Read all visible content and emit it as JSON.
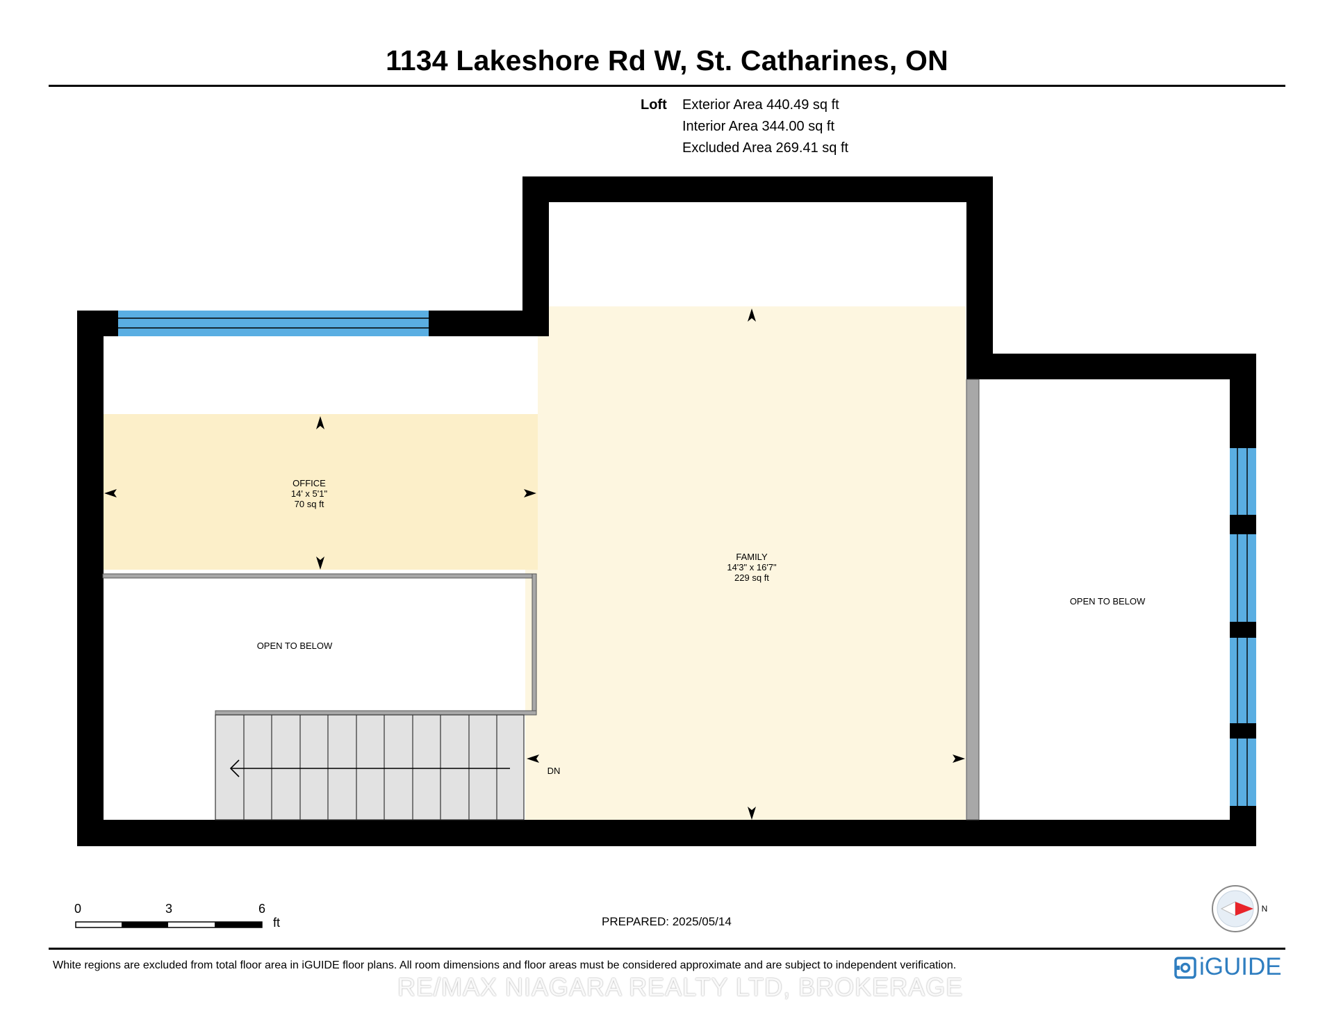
{
  "title": "1134 Lakeshore Rd W, St. Catharines, ON",
  "summary": {
    "level": "Loft",
    "exterior": "Exterior Area 440.49 sq ft",
    "interior": "Interior Area 344.00 sq ft",
    "excluded": "Excluded Area 269.41 sq ft"
  },
  "rooms": {
    "office": {
      "name": "OFFICE",
      "dims": "14' x 5'1\"",
      "area": "70 sq ft"
    },
    "family": {
      "name": "FAMILY",
      "dims": "14'3\" x 16'7\"",
      "area": "229 sq ft"
    },
    "open_left": "OPEN TO BELOW",
    "open_right": "OPEN TO BELOW",
    "stair_label": "DN"
  },
  "scale": {
    "ticks": [
      "0",
      "3",
      "6"
    ],
    "unit": "ft"
  },
  "compass_label": "N",
  "prepared": "PREPARED: 2025/05/14",
  "disclaimer": "White regions are excluded from total floor area in iGUIDE floor plans. All room dimensions and floor areas must be considered approximate and are subject to independent verification.",
  "watermark": "RE/MAX NIAGARA REALTY LTD, BROKERAGE",
  "logo": "iGUIDE",
  "colors": {
    "wall": "#000000",
    "window": "#5aaee2",
    "office_fill": "#fcefc9",
    "family_fill": "#fdf6e0",
    "stair_fill": "#e2e2e2",
    "railing": "#a8a8a8",
    "brand_blue": "#2f7ec0",
    "compass_red": "#e8242a"
  }
}
